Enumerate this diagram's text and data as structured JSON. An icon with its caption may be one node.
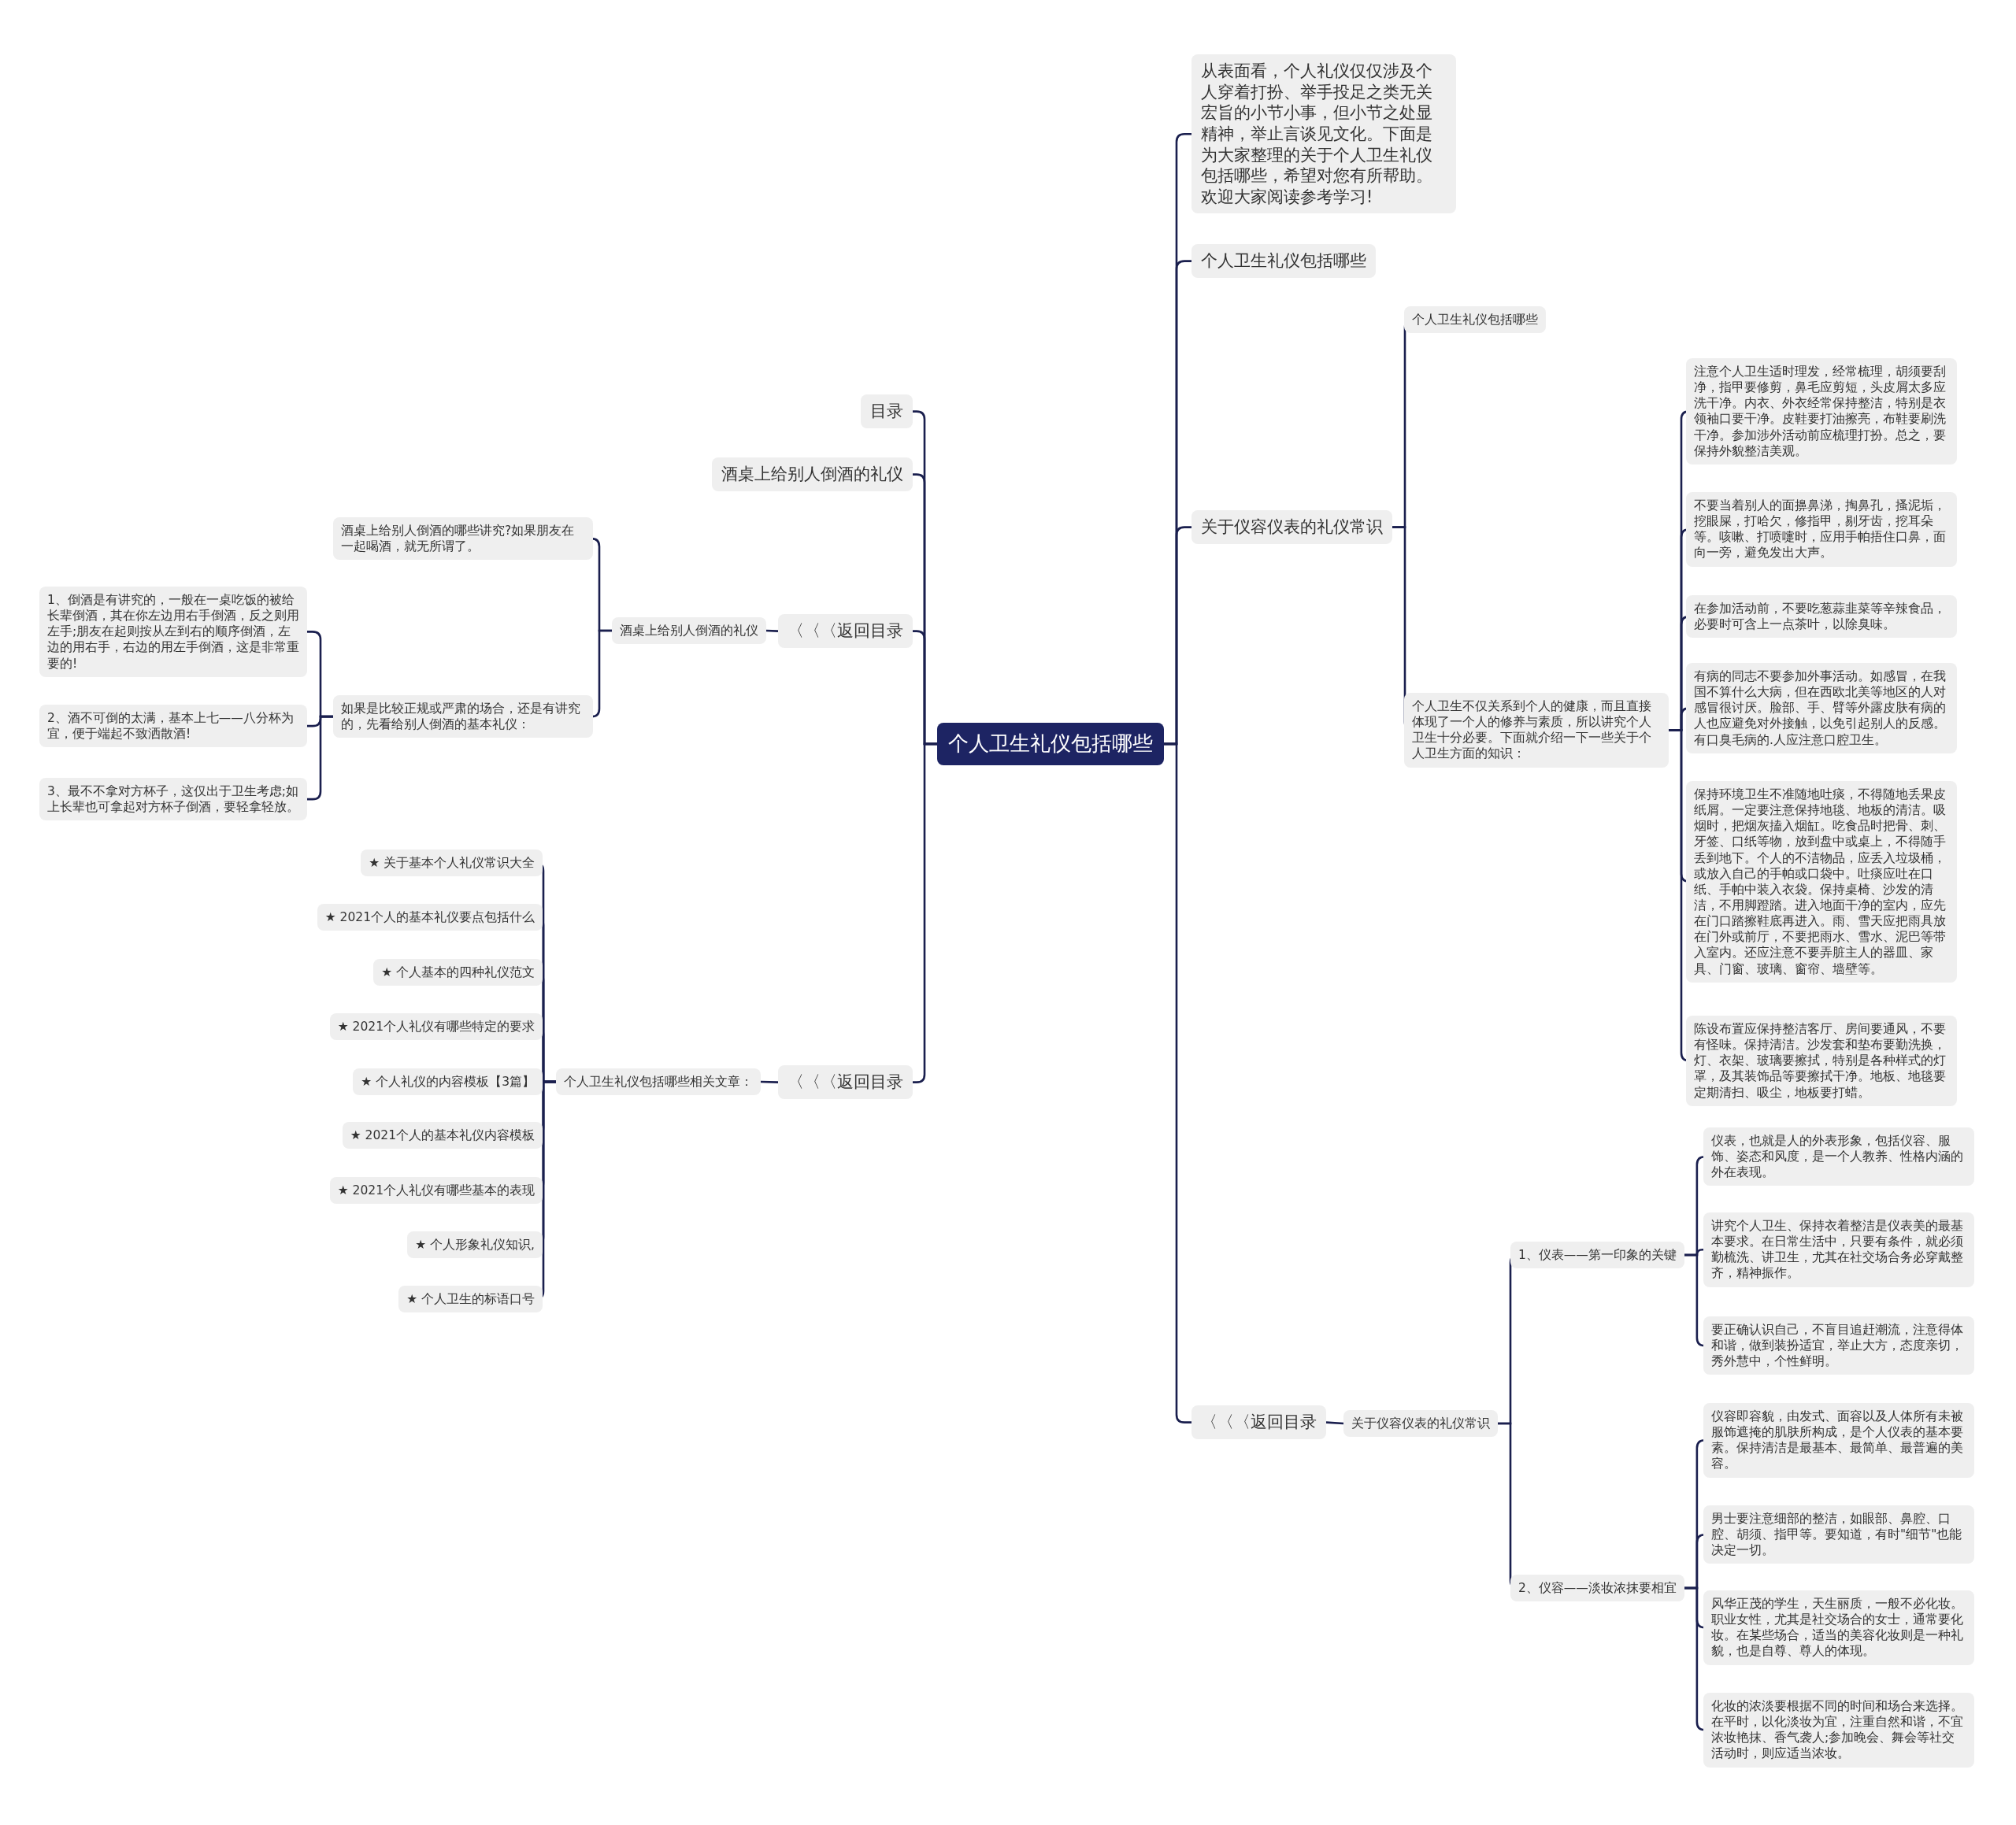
{
  "diagram": {
    "nodes": [
      {
        "text": [
          "个人卫生礼仪包括哪些"
        ]
      },
      {
        "text": [
          "从表面看，个人礼仪仅仅涉及个人穿着打扮、举手投足之类无关宏旨的小节小事，但小节之处显精神，举止言谈见文化。下面是为大家整理的关于个人卫生礼仪包括哪些，希望对您有所帮助。欢迎大家阅读参考学习!"
        ]
      },
      {
        "text": [
          "个人卫生礼仪包括哪些"
        ]
      },
      {
        "text": [
          "关于仪容仪表的礼仪常识"
        ]
      },
      {
        "text": [
          "个人卫生礼仪包括哪些"
        ]
      },
      {
        "text": [
          "个人卫生不仅关系到个人的健康，而且直接体现了一个人的修养与素质，所以讲究个人卫生十分必要。下面就介绍一下一些关于个人卫生方面的知识："
        ]
      },
      {
        "text": [
          "注意个人卫生适时理发，经常梳理，胡须要刮净，指甲要修剪，鼻毛应剪短，头皮屑太多应洗干净。内衣、外衣经常保持整洁，特别是衣领袖口要干净。皮鞋要打油擦亮，布鞋要刷洗干净。参加涉外活动前应梳理打扮。总之，要保持外貌整洁美观。"
        ]
      },
      {
        "text": [
          "不要当着别人的面擤鼻涕，掏鼻孔，搔泥垢，挖眼屎，打哈欠，修指甲，剔牙齿，挖耳朵等。咳嗽、打喷嚏时，应用手帕捂住口鼻，面向一旁，避免发出大声。"
        ]
      },
      {
        "text": [
          "在参加活动前，不要吃葱蒜韭菜等辛辣食品，必要时可含上一点茶叶，以除臭味。"
        ]
      },
      {
        "text": [
          "有病的同志不要参加外事活动。如感冒，在我国不算什么大病，但在西欧北美等地区的人对感冒很讨厌。脸部、手、臂等外露皮肤有病的人也应避免对外接触，以免引起别人的反感。有口臭毛病的.人应注意口腔卫生。"
        ]
      },
      {
        "text": [
          "保持环境卫生不准随地吐痰，不得随地丢果皮纸屑。一定要注意保持地毯、地板的清洁。吸烟时，把烟灰搕入烟缸。吃食品时把骨、刺、牙签、口纸等物，放到盘中或桌上，不得随手丢到地下。个人的不洁物品，应丢入垃圾桶，或放入自己的手帕或口袋中。吐痰应吐在口纸、手帕中装入衣袋。保持桌椅、沙发的清洁，不用脚蹬踏。进入地面干净的室内，应先在门口踏擦鞋底再进入。雨、雪天应把雨具放在门外或前厅，不要把雨水、雪水、泥巴等带入室内。还应注意不要弄脏主人的器皿、家具、门窗、玻璃、窗帘、墙壁等。"
        ]
      },
      {
        "text": [
          "陈设布置应保持整洁客厅、房间要通风，不要有怪味。保持清洁。沙发套和垫布要勤洗换，灯、衣架、玻璃要擦拭，特别是各种样式的灯罩，及其装饰品等要擦拭干净。地板、地毯要定期清扫、吸尘，地板要打蜡。"
        ]
      },
      {
        "text": [
          "〈〈〈返回目录"
        ]
      },
      {
        "text": [
          "关于仪容仪表的礼仪常识"
        ]
      },
      {
        "text": [
          "1、仪表——第一印象的关键"
        ]
      },
      {
        "text": [
          "仪表，也就是人的外表形象，包括仪容、服饰、姿态和风度，是一个人教养、性格内涵的外在表现。"
        ]
      },
      {
        "text": [
          "讲究个人卫生、保持衣着整洁是仪表美的最基本要求。在日常生活中，只要有条件，就必须勤梳洗、讲卫生，尤其在社交场合务必穿戴整齐，精神振作。"
        ]
      },
      {
        "text": [
          "要正确认识自己，不盲目追赶潮流，注意得体和谐，做到装扮适宜，举止大方，态度亲切，秀外慧中，个性鲜明。"
        ]
      },
      {
        "text": [
          "2、仪容——淡妆浓抹要相宜"
        ]
      },
      {
        "text": [
          "仪容即容貌，由发式、面容以及人体所有未被服饰遮掩的肌肤所构成，是个人仪表的基本要素。保持清洁是最基本、最简单、最普遍的美容。"
        ]
      },
      {
        "text": [
          "男士要注意细部的整洁，如眼部、鼻腔、口腔、胡须、指甲等。要知道，有时\"细节\"也能决定一切。"
        ]
      },
      {
        "text": [
          "风华正茂的学生，天生丽质，一般不必化妆。职业女性，尤其是社交场合的女士，通常要化妆。在某些场合，适当的美容化妆则是一种礼貌，也是自尊、尊人的体现。"
        ]
      },
      {
        "text": [
          "化妆的浓淡要根据不同的时间和场合来选择。在平时，以化淡妆为宜，注重自然和谐，不宜浓妆艳抹、香气袭人;参加晚会、舞会等社交活动时，则应适当浓妆。"
        ]
      },
      {
        "text": [
          "目录"
        ]
      },
      {
        "text": [
          "酒桌上给别人倒酒的礼仪"
        ]
      },
      {
        "text": [
          "〈〈〈返回目录"
        ]
      },
      {
        "text": [
          "酒桌上给别人倒酒的礼仪"
        ]
      },
      {
        "text": [
          "酒桌上给别人倒酒的哪些讲究?如果朋友在一起喝酒，就无所谓了。"
        ]
      },
      {
        "text": [
          "如果是比较正规或严肃的场合，还是有讲究的，先看给别人倒酒的基本礼仪："
        ]
      },
      {
        "text": [
          "1、倒酒是有讲究的，一般在一桌吃饭的被给长辈倒酒，其在你左边用右手倒酒，反之则用左手;朋友在起则按从左到右的顺序倒酒，左边的用右手，右边的用左手倒酒，这是非常重要的!"
        ]
      },
      {
        "text": [
          "2、酒不可倒的太满，基本上七——八分杯为宜，便于端起不致洒散酒!"
        ]
      },
      {
        "text": [
          "3、最不不拿对方杯子，这仅出于卫生考虑;如上长辈也可拿起对方杯子倒酒，要轻拿轻放。"
        ]
      },
      {
        "text": [
          "〈〈〈返回目录"
        ]
      },
      {
        "text": [
          "个人卫生礼仪包括哪些相关文章："
        ]
      },
      {
        "text": [
          "★ 关于基本个人礼仪常识大全"
        ]
      },
      {
        "text": [
          "★ 2021个人的基本礼仪要点包括什么"
        ]
      },
      {
        "text": [
          "★ 个人基本的四种礼仪范文"
        ]
      },
      {
        "text": [
          "★ 2021个人礼仪有哪些特定的要求"
        ]
      },
      {
        "text": [
          "★ 个人礼仪的内容模板【3篇】"
        ]
      },
      {
        "text": [
          "★ 2021个人的基本礼仪内容模板"
        ]
      },
      {
        "text": [
          "★ 2021个人礼仪有哪些基本的表现"
        ]
      },
      {
        "text": [
          "★ 个人形象礼仪知识,"
        ]
      },
      {
        "text": [
          "★ 个人卫生的标语口号"
        ]
      }
    ],
    "edges": [
      {
        "from": 0,
        "to": 1,
        "arrow": "none"
      },
      {
        "from": 0,
        "to": 2,
        "arrow": "none"
      },
      {
        "from": 0,
        "to": 3,
        "arrow": "none"
      },
      {
        "from": 3,
        "to": 4,
        "arrow": "none"
      },
      {
        "from": 3,
        "to": 5,
        "arrow": "none"
      },
      {
        "from": 5,
        "to": 6,
        "arrow": "none"
      },
      {
        "from": 5,
        "to": 7,
        "arrow": "none"
      },
      {
        "from": 5,
        "to": 8,
        "arrow": "none"
      },
      {
        "from": 5,
        "to": 9,
        "arrow": "none"
      },
      {
        "from": 5,
        "to": 10,
        "arrow": "none"
      },
      {
        "from": 5,
        "to": 11,
        "arrow": "none"
      },
      {
        "from": 0,
        "to": 12,
        "arrow": "none"
      },
      {
        "from": 12,
        "to": 13,
        "arrow": "none"
      },
      {
        "from": 13,
        "to": 14,
        "arrow": "none"
      },
      {
        "from": 14,
        "to": 15,
        "arrow": "none"
      },
      {
        "from": 14,
        "to": 16,
        "arrow": "none"
      },
      {
        "from": 14,
        "to": 17,
        "arrow": "none"
      },
      {
        "from": 13,
        "to": 18,
        "arrow": "none"
      },
      {
        "from": 18,
        "to": 19,
        "arrow": "none"
      },
      {
        "from": 18,
        "to": 20,
        "arrow": "none"
      },
      {
        "from": 18,
        "to": 21,
        "arrow": "none"
      },
      {
        "from": 18,
        "to": 22,
        "arrow": "none"
      },
      {
        "from": 0,
        "to": 23,
        "arrow": "none"
      },
      {
        "from": 0,
        "to": 24,
        "arrow": "none"
      },
      {
        "from": 0,
        "to": 25,
        "arrow": "none"
      },
      {
        "from": 25,
        "to": 26,
        "arrow": "none"
      },
      {
        "from": 26,
        "to": 27,
        "arrow": "none"
      },
      {
        "from": 26,
        "to": 28,
        "arrow": "none"
      },
      {
        "from": 28,
        "to": 29,
        "arrow": "none"
      },
      {
        "from": 28,
        "to": 30,
        "arrow": "none"
      },
      {
        "from": 28,
        "to": 31,
        "arrow": "none"
      },
      {
        "from": 0,
        "to": 32,
        "arrow": "none"
      },
      {
        "from": 32,
        "to": 33,
        "arrow": "none"
      },
      {
        "from": 33,
        "to": 34,
        "arrow": "none"
      },
      {
        "from": 33,
        "to": 35,
        "arrow": "none"
      },
      {
        "from": 33,
        "to": 36,
        "arrow": "none"
      },
      {
        "from": 33,
        "to": 37,
        "arrow": "none"
      },
      {
        "from": 33,
        "to": 38,
        "arrow": "none"
      },
      {
        "from": 33,
        "to": 39,
        "arrow": "none"
      },
      {
        "from": 33,
        "to": 40,
        "arrow": "none"
      },
      {
        "from": 33,
        "to": 41,
        "arrow": "none"
      },
      {
        "from": 33,
        "to": 42,
        "arrow": "none"
      }
    ]
  }
}
